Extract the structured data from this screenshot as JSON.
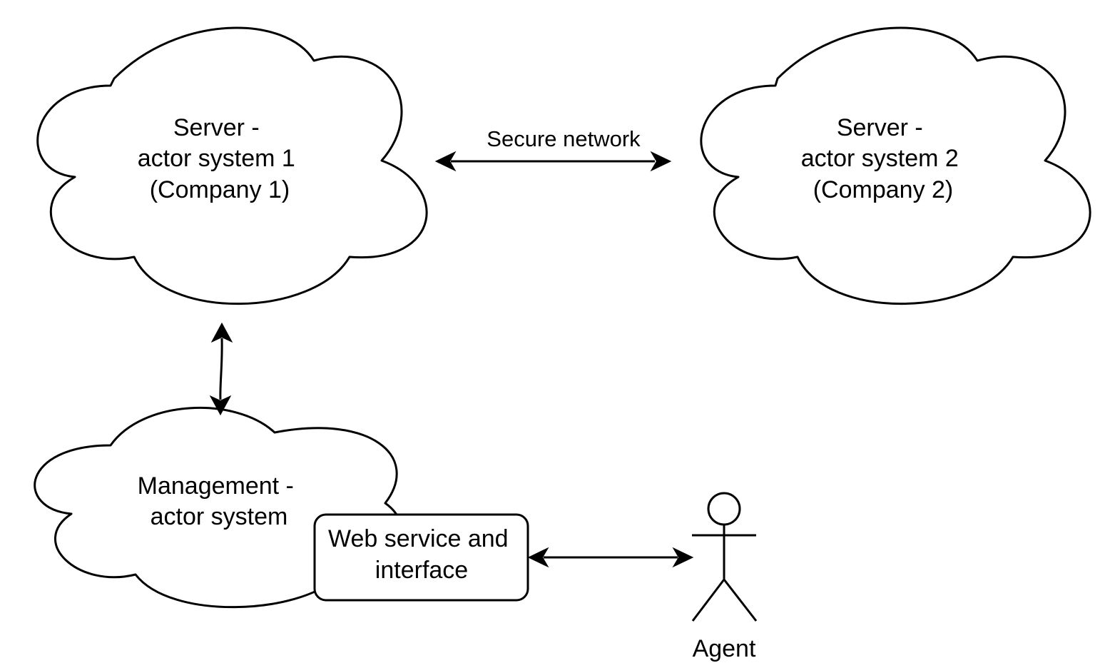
{
  "clouds": {
    "server1": {
      "lines": [
        "Server -",
        "actor system 1",
        "(Company 1)"
      ]
    },
    "server2": {
      "lines": [
        "Server -",
        "actor system 2",
        "(Company 2)"
      ]
    },
    "management": {
      "lines": [
        "Management -",
        "actor system"
      ]
    }
  },
  "web_service": {
    "lines": [
      "Web service and",
      "interface"
    ]
  },
  "edges": {
    "secure_network_label": "Secure network"
  },
  "actor": {
    "label": "Agent"
  }
}
